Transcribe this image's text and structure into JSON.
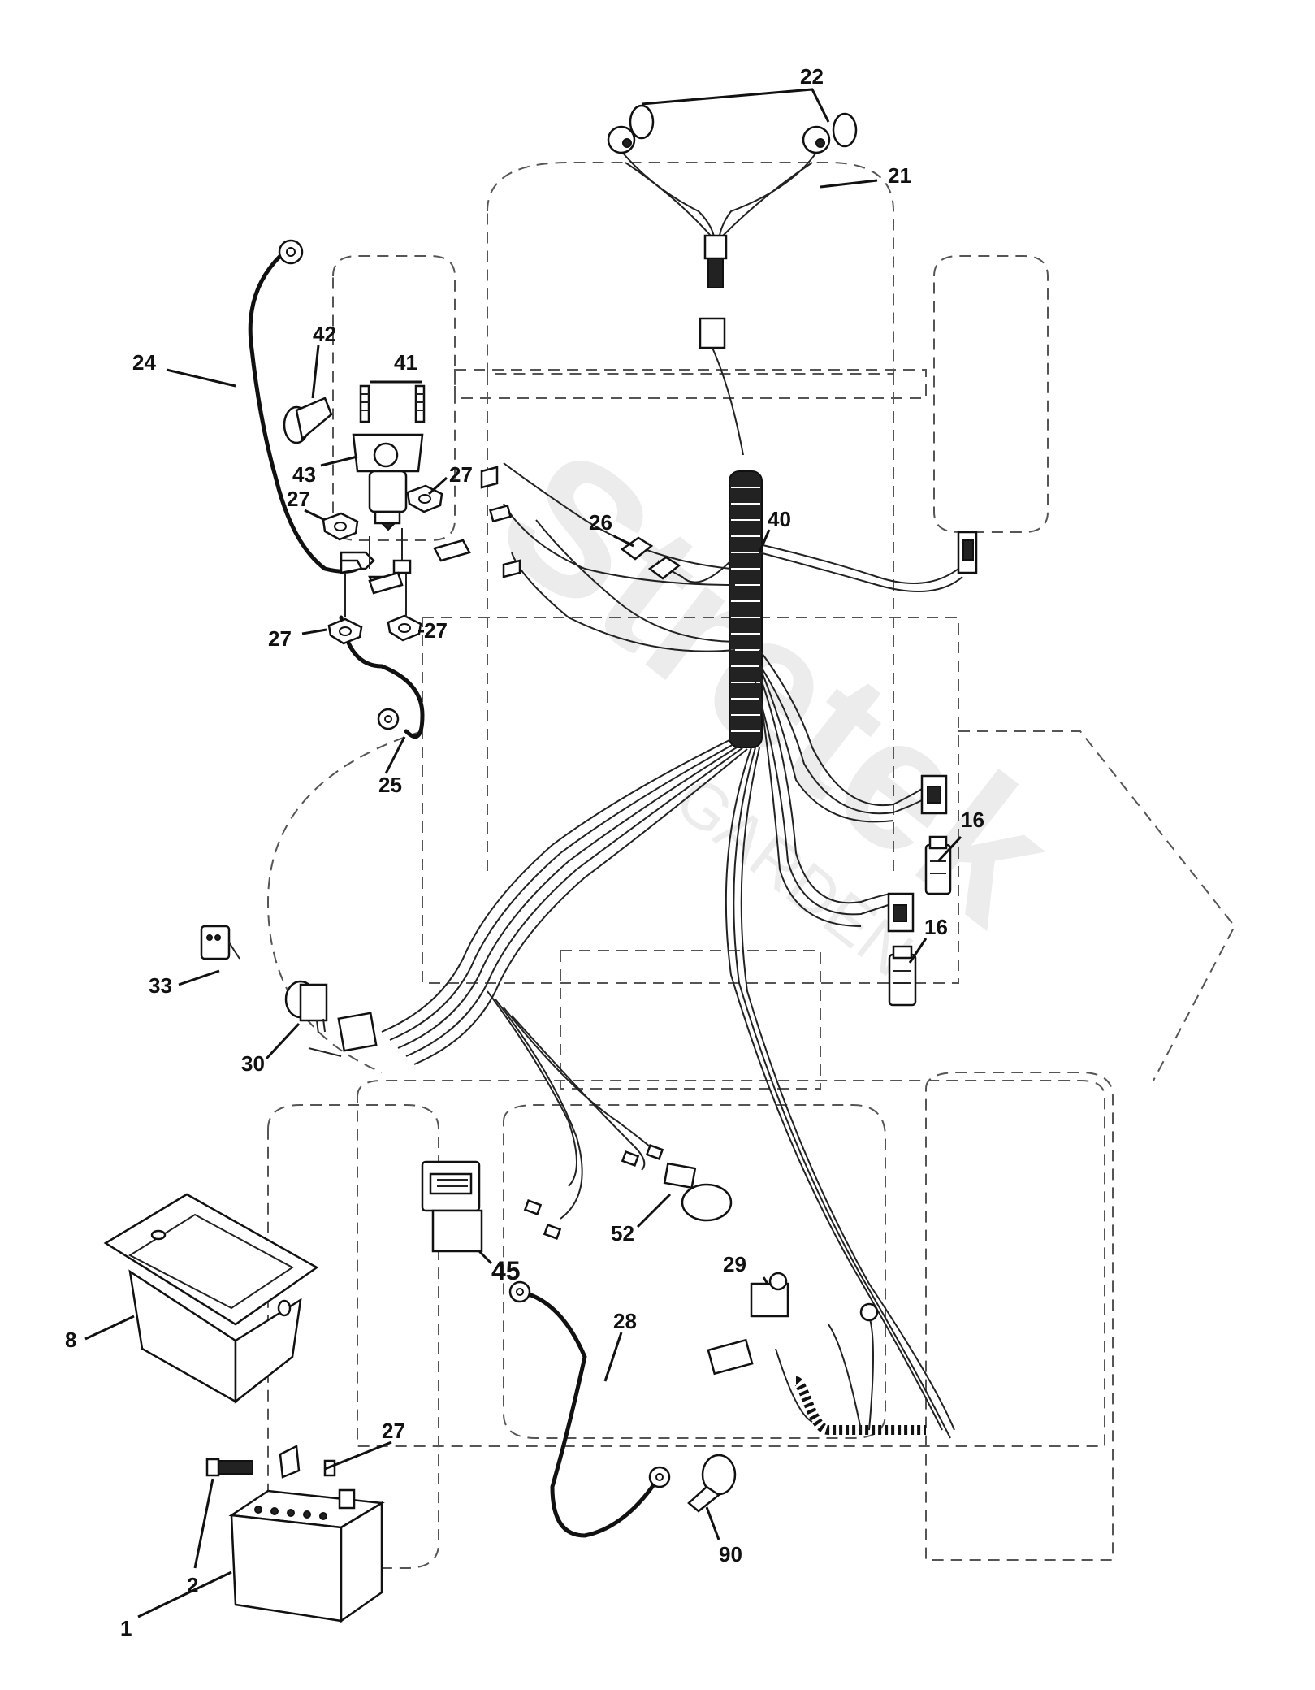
{
  "watermark": {
    "brand": "Stretek",
    "sub": "GARDEN"
  },
  "callouts": {
    "c1": "1",
    "c2": "2",
    "c8": "8",
    "c16a": "16",
    "c16b": "16",
    "c21": "21",
    "c22": "22",
    "c24": "24",
    "c25": "25",
    "c26": "26",
    "c27a": "27",
    "c27b": "27",
    "c27c": "27",
    "c27d": "27",
    "c27e": "27",
    "c28": "28",
    "c29": "29",
    "c30": "30",
    "c33": "33",
    "c40": "40",
    "c41": "41",
    "c42": "42",
    "c43": "43",
    "c45": "45",
    "c52": "52",
    "c90": "90"
  }
}
